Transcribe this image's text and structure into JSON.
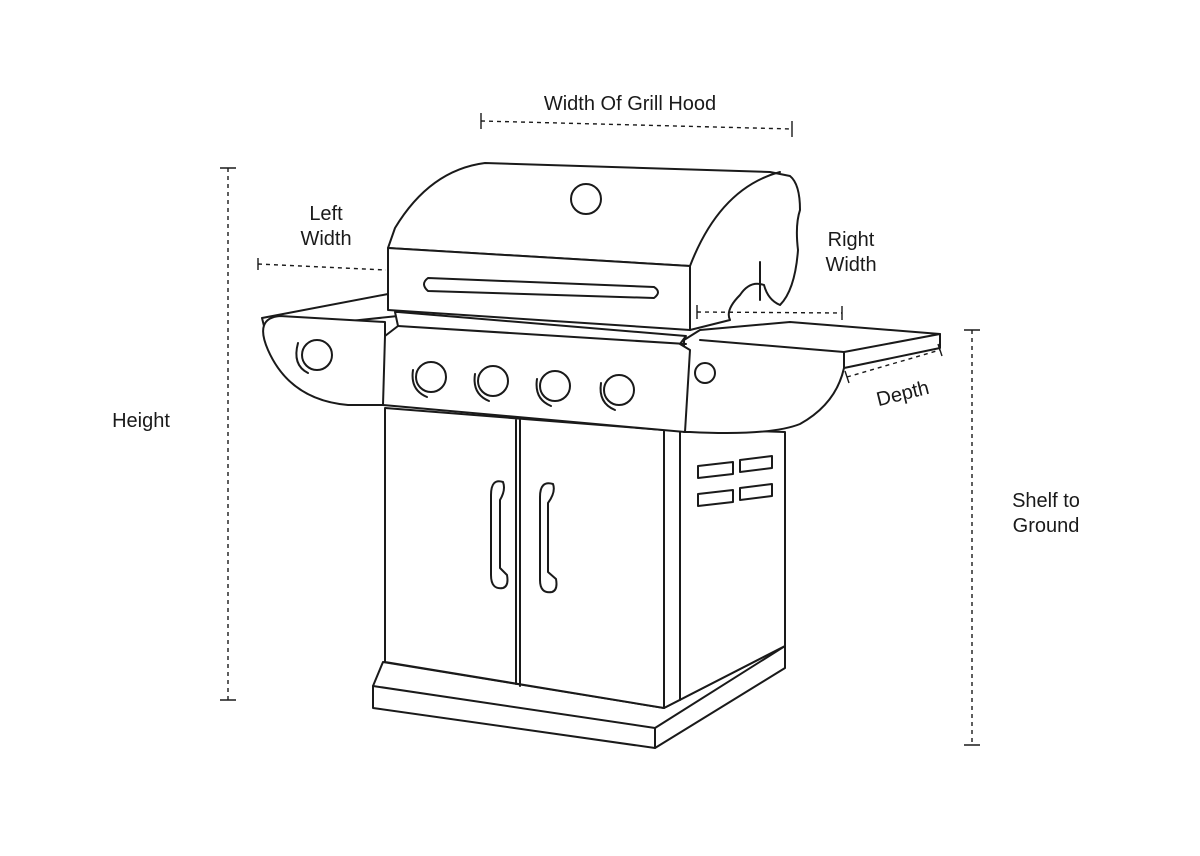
{
  "labels": {
    "hood_width": "Width Of Grill Hood",
    "left_width_1": "Left",
    "left_width_2": "Width",
    "right_width_1": "Right",
    "right_width_2": "Width",
    "height": "Height",
    "depth": "Depth",
    "shelf_1": "Shelf to",
    "shelf_2": "Ground"
  }
}
